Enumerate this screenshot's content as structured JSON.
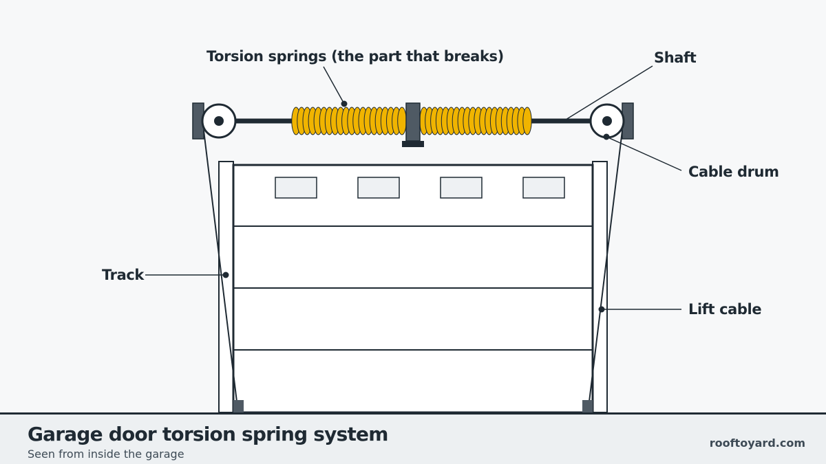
{
  "labels": {
    "springs": "Torsion springs (the part that breaks)",
    "shaft": "Shaft",
    "cable_drum": "Cable drum",
    "track": "Track",
    "lift_cable": "Lift cable"
  },
  "footer": {
    "title": "Garage door torsion spring system",
    "subtitle": "Seen from inside the garage",
    "brand": "rooftoyard.com"
  },
  "colors": {
    "outline": "#1f2a33",
    "spring": "#f0b400",
    "bracket": "#4f5a64",
    "panel": "#ffffff",
    "window": "#eef1f3",
    "background": "#f7f8f9",
    "footer_background": "#edf0f2"
  }
}
